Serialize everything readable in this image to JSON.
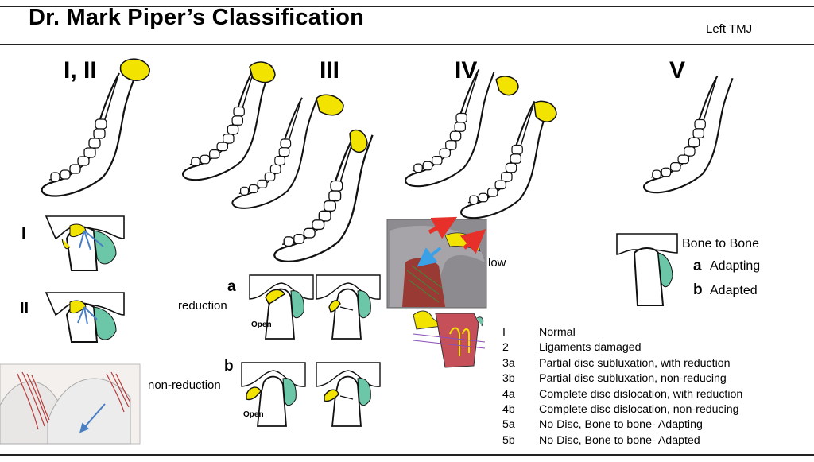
{
  "header": {
    "title": "Dr. Mark Piper’s Classification",
    "side_label": "Left TMJ"
  },
  "columns": {
    "c1": "I, II",
    "c2": "III",
    "c3": "IV",
    "c4": "V"
  },
  "rows": {
    "i": "I",
    "ii": "II"
  },
  "stage3": {
    "a_letter": "a",
    "a_label": "reduction",
    "b_letter": "b",
    "b_label": "non-reduction",
    "open_a": "Open",
    "open_b": "Open"
  },
  "stage4": {
    "partial_label": "low"
  },
  "stage5": {
    "title": "Bone to Bone",
    "a_letter": "a",
    "a_label": "Adapting",
    "b_letter": "b",
    "b_label": "Adapted"
  },
  "legend": [
    {
      "code": "I",
      "text": "Normal"
    },
    {
      "code": "2",
      "text": "Ligaments damaged"
    },
    {
      "code": "3a",
      "text": "Partial disc subluxation, with reduction"
    },
    {
      "code": "3b",
      "text": "Partial disc subluxation, non-reducing"
    },
    {
      "code": "4a",
      "text": "Complete disc dislocation, with reduction"
    },
    {
      "code": "4b",
      "text": "Complete disc dislocation, non-reducing"
    },
    {
      "code": "5a",
      "text": " No Disc, Bone to bone- Adapting"
    },
    {
      "code": "5b",
      "text": " No Disc, Bone to bone- Adapted"
    }
  ],
  "colors": {
    "disc": "#f2e400",
    "tissue": "#6cc7a8",
    "ligament": "#4a7fc4",
    "muscle": "#b83a3a",
    "arrow_red": "#e8302a",
    "arrow_blue": "#3aa0e8"
  }
}
